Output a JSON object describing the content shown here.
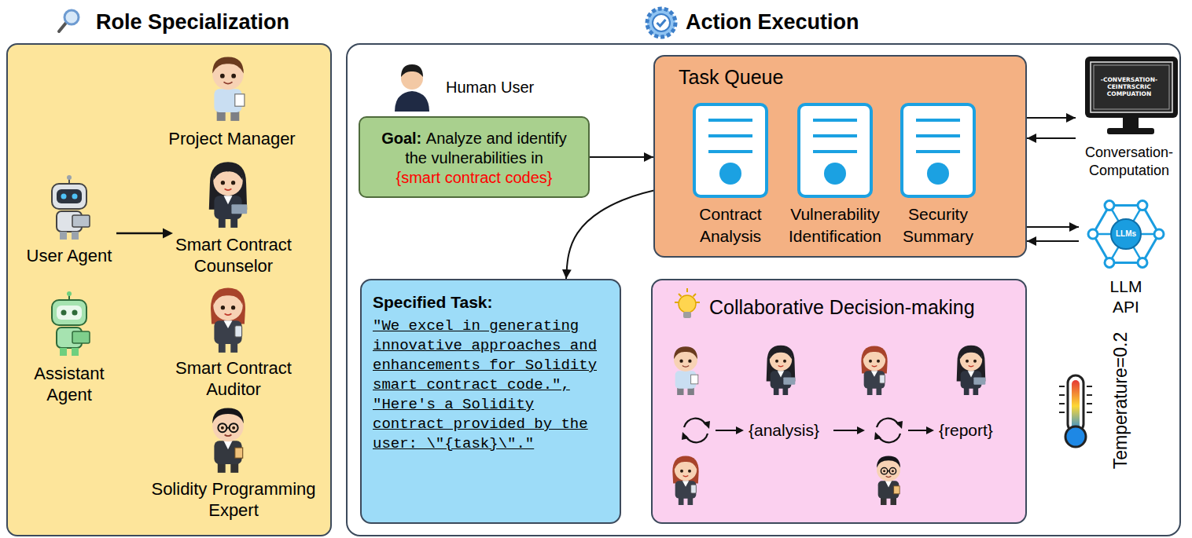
{
  "diagram": {
    "nodes": [
      {
        "text": [
          "Role Specialization"
        ]
      },
      {
        "text": [
          "Action Execution"
        ]
      },
      {
        "text": [
          "Goal:",
          "Analyze and identify the vulnerabilities in",
          "{smart contract codes}"
        ],
        "in": 1
      },
      {
        "text": [
          "Task Queue"
        ],
        "in": 1
      },
      {
        "text": [
          "Contract Analysis"
        ],
        "in": 3
      },
      {
        "text": [
          "Vulnerability Identification"
        ],
        "in": 3
      },
      {
        "text": [
          "Security Summary"
        ],
        "in": 3
      },
      {
        "text": [
          "-CONVERSATION- CEINTRSCRIC COMPUATION",
          "Conversation-Computation"
        ],
        "in": 1
      },
      {
        "text": [
          "LLMs",
          "LLM API"
        ],
        "in": 1
      },
      {
        "text": [
          "Specified Task:",
          "\"We excel in generating innovative approaches and enhancements for Solidity smart contract code.\", \"Here's a Solidity contract provided by the user: \\\"{task}\\\".\""
        ],
        "in": 1
      },
      {
        "text": [
          "Collaborative Decision-making"
        ],
        "in": 1
      }
    ],
    "edges": [
      {
        "from": 2,
        "to": 3,
        "arrow": "to"
      },
      {
        "from": 3,
        "to": 7,
        "arrow": "to"
      },
      {
        "from": 7,
        "to": 3,
        "arrow": "to"
      },
      {
        "from": 3,
        "to": 8,
        "arrow": "to"
      },
      {
        "from": 8,
        "to": 3,
        "arrow": "to"
      },
      {
        "from": 4,
        "to": 9,
        "arrow": "to"
      }
    ],
    "labels": [
      "Project Manager",
      "User Agent",
      "Smart Contract Counselor",
      "Assistant Agent",
      "Smart Contract Auditor",
      "Solidity Programming Expert",
      "Human User",
      "{analysis}",
      "{report}",
      "Temperature=0.2"
    ]
  }
}
